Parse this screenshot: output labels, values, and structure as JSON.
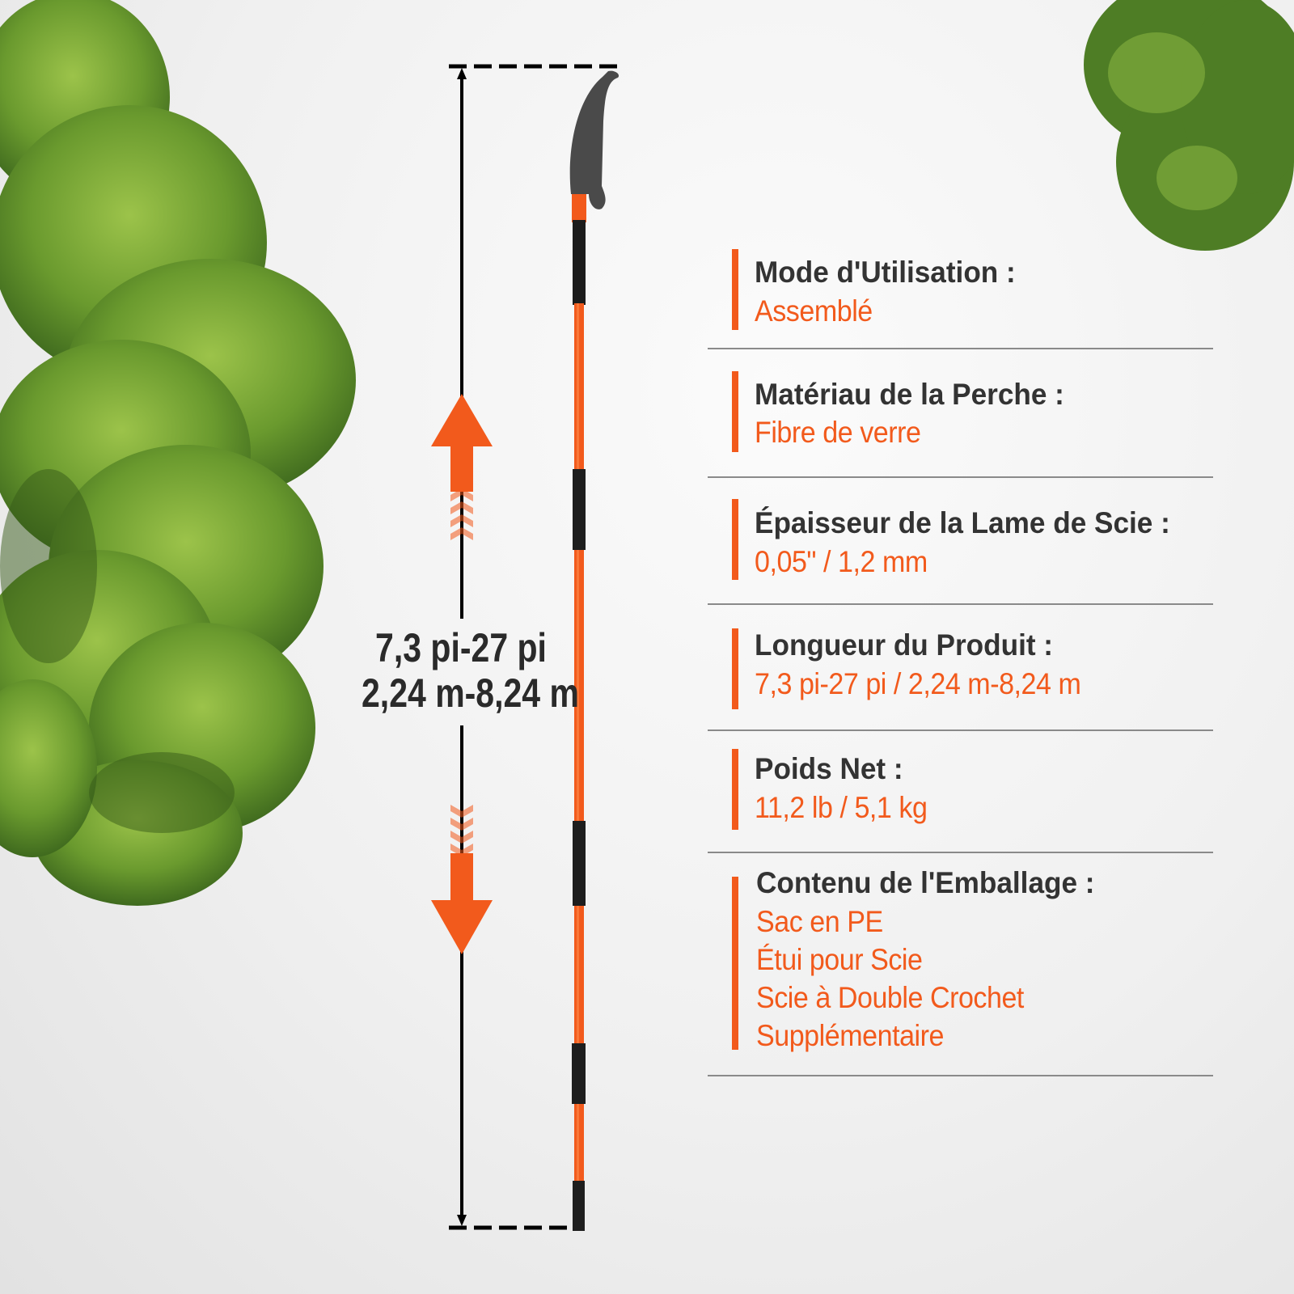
{
  "colors": {
    "accent": "#f25a1c",
    "title_text": "#333333",
    "foliage": "#5f8f2a"
  },
  "dimension": {
    "imperial": "7,3 pi-27 pi",
    "metric": "2,24 m-8,24 m"
  },
  "specs": [
    {
      "title": "Mode d'Utilisation :",
      "values": [
        "Assemblé"
      ]
    },
    {
      "title": "Matériau de la Perche :",
      "values": [
        "Fibre de verre"
      ]
    },
    {
      "title": "Épaisseur de la Lame de Scie :",
      "values": [
        "0,05\" / 1,2 mm"
      ]
    },
    {
      "title": "Longueur du Produit :",
      "values": [
        "7,3 pi-27 pi / 2,24 m-8,24 m"
      ]
    },
    {
      "title": "Poids Net :",
      "values": [
        "11,2 lb / 5,1 kg"
      ]
    },
    {
      "title": "Contenu de l'Emballage :",
      "values": [
        "Sac en PE",
        "Étui pour Scie",
        "Scie à Double Crochet",
        "Supplémentaire"
      ]
    }
  ]
}
